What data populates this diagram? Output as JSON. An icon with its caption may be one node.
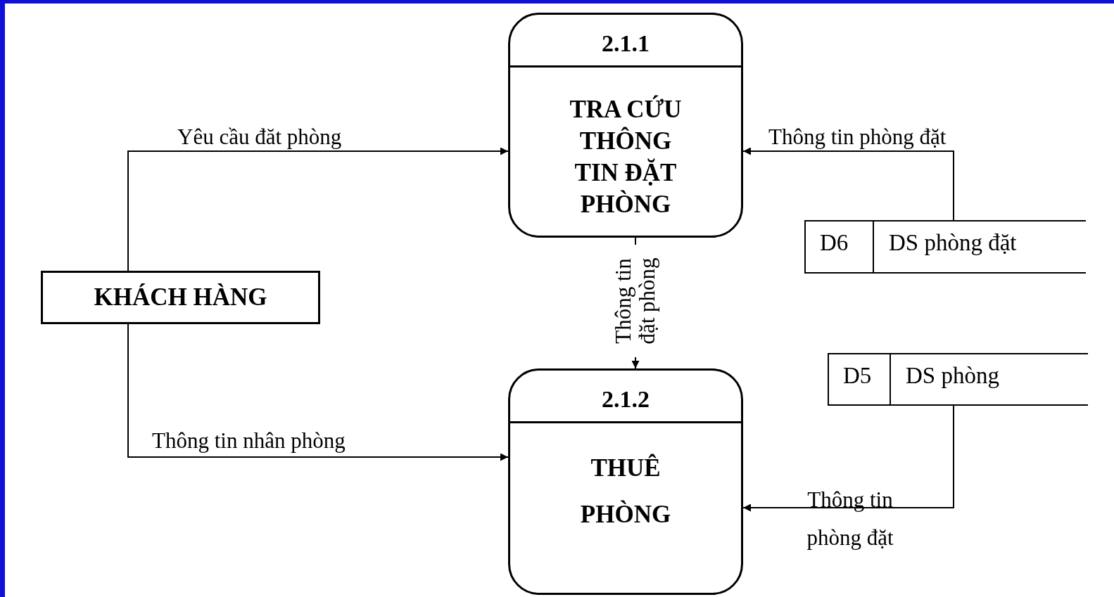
{
  "diagram": {
    "nodes": [
      {
        "text": [
          "2.1.1",
          "TRA CỨU THÔNG TIN ĐẶT PHÒNG"
        ]
      },
      {
        "text": [
          "D6",
          "DS phòng đặt"
        ]
      },
      {
        "text": [
          "KHÁCH HÀNG"
        ]
      },
      {
        "text": [
          "D5",
          "DS phòng"
        ]
      },
      {
        "text": [
          "2.1.2",
          "THUÊ PHÒNG"
        ]
      }
    ],
    "edges": [
      {
        "from": 2,
        "to": 0,
        "arrow": "to",
        "label": "Yêu cầu đăt phòng"
      },
      {
        "from": 1,
        "to": 0,
        "arrow": "to",
        "label": "Thông tin phòng đặt"
      },
      {
        "from": 0,
        "to": 4,
        "arrow": "to",
        "label": "Thông tin đặt phòng"
      },
      {
        "from": 2,
        "to": 4,
        "arrow": "to",
        "label": "Thông tin nhân phòng"
      },
      {
        "from": 3,
        "to": 4,
        "arrow": "to",
        "label": "Thông tin phòng đặt"
      }
    ]
  }
}
